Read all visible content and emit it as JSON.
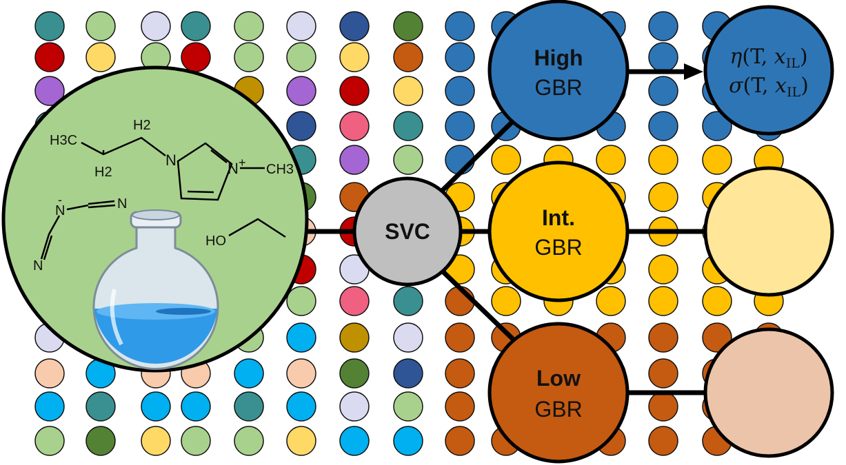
{
  "colors": {
    "page_bg": "#ffffff",
    "stroke": "#000000",
    "dot_palette": {
      "teal": "#3a9090",
      "lightgreen": "#a9d18e",
      "lavender": "#dadaf0",
      "red": "#c00000",
      "yellow": "#ffd966",
      "purple": "#a466d2",
      "gold": "#bf9000",
      "navy": "#2f5597",
      "pink": "#f06080",
      "orange": "#c55a11",
      "green": "#548235",
      "peach": "#f8cbad",
      "cyan": "#00b0f0",
      "blue": "#2e75b6",
      "amber": "#ffc000"
    },
    "ionic_liquid_bg": "#a9d18e",
    "svc": "#bfbfbf",
    "high": "#2e75b6",
    "int": "#ffc000",
    "low": "#c55a11",
    "out_high": "#2e75b6",
    "out_int": "#ffe699",
    "out_low": "#ebc4aa",
    "flask_liquid": "#2f9ae8",
    "flask_glass": "#dde8f0"
  },
  "molecule": {
    "cation_labels": {
      "h3c": "H3C",
      "h2_top": "H2",
      "h2_bottom": "H2",
      "n_left": "N",
      "n_right": "N",
      "plus": "+",
      "ch3": "CH3"
    },
    "anion_labels": {
      "n_minus": "N",
      "minus": "-",
      "n_top": "N",
      "n_bottom": "N"
    },
    "ethanol_label": "HO",
    "icons": [
      "imidazolium-cation-structure",
      "dicyanamide-anion-structure",
      "ethanol-structure",
      "round-bottom-flask-icon"
    ]
  },
  "nodes": {
    "svc": {
      "label": "SVC"
    },
    "high": {
      "title": "High",
      "subtitle": "GBR"
    },
    "int": {
      "title": "Int.",
      "subtitle": "GBR"
    },
    "low": {
      "title": "Low",
      "subtitle": "GBR"
    },
    "out_high": {
      "line1": {
        "sym": "η",
        "args": "(T, ",
        "x": "x",
        "sub": "IL",
        "close": ")"
      },
      "line2": {
        "sym": "σ",
        "args": "(T, ",
        "x": "x",
        "sub": "IL",
        "close": ")"
      }
    }
  },
  "dot_grid": {
    "rows_y": [
      38,
      83,
      132,
      183,
      232,
      286,
      336,
      391,
      437,
      490,
      542,
      590,
      640
    ],
    "cols_x": [
      72,
      146,
      226,
      284,
      361,
      437,
      514,
      592,
      667,
      734,
      810,
      886,
      962,
      1040,
      1115
    ],
    "cols_color": [
      [
        "teal",
        "red",
        "purple",
        "teal",
        "lightgreen",
        "peach",
        "peach",
        "red",
        "lightgreen",
        "lavender",
        "peach",
        "cyan",
        "lightgreen"
      ],
      [
        "lightgreen",
        "yellow",
        "lightgreen",
        "lightgreen",
        "lightgreen",
        "lightgreen",
        "lightgreen",
        "lightgreen",
        "lightgreen",
        "lightgreen",
        "cyan",
        "teal",
        "green"
      ],
      [
        "lavender",
        "lightgreen",
        "lightgreen",
        "lightgreen",
        "lightgreen",
        "lightgreen",
        "lightgreen",
        "lightgreen",
        "lightgreen",
        "lightgreen",
        "peach",
        "cyan",
        "yellow"
      ],
      [
        "teal",
        "red",
        "lightgreen",
        "lightgreen",
        "lightgreen",
        "lightgreen",
        "lightgreen",
        "lightgreen",
        "lightgreen",
        "lightgreen",
        "peach",
        "cyan",
        "lightgreen"
      ],
      [
        "lightgreen",
        "lightgreen",
        "gold",
        "lightgreen",
        "lightgreen",
        "lightgreen",
        "lightgreen",
        "lightgreen",
        "lightgreen",
        "lightgreen",
        "cyan",
        "teal",
        "lightgreen"
      ],
      [
        "lavender",
        "lightgreen",
        "purple",
        "navy",
        "teal",
        "green",
        "peach",
        "red",
        "lightgreen",
        "cyan",
        "peach",
        "cyan",
        "yellow"
      ],
      [
        "navy",
        "yellow",
        "red",
        "pink",
        "purple",
        "orange",
        "red",
        "lavender",
        "pink",
        "gold",
        "green",
        "lavender",
        "cyan"
      ],
      [
        "green",
        "orange",
        "yellow",
        "teal",
        "lightgreen",
        "orange",
        "lavender",
        "teal",
        "teal",
        "lavender",
        "navy",
        "lightgreen",
        "cyan"
      ],
      [
        "blue",
        "blue",
        "blue",
        "blue",
        "blue",
        "amber",
        "amber",
        "amber",
        "orange",
        "orange",
        "orange",
        "orange",
        "orange"
      ],
      [
        "blue",
        "blue",
        "blue",
        "blue",
        "amber",
        "amber",
        "amber",
        "amber",
        "amber",
        "orange",
        "orange",
        "orange",
        "orange"
      ],
      [
        "blue",
        "blue",
        "blue",
        "blue",
        "amber",
        "amber",
        "amber",
        "amber",
        "amber",
        "orange",
        "orange",
        "orange",
        "orange"
      ],
      [
        "blue",
        "blue",
        "blue",
        "blue",
        "amber",
        "amber",
        "amber",
        "amber",
        "amber",
        "orange",
        "orange",
        "orange",
        "orange"
      ],
      [
        "blue",
        "blue",
        "blue",
        "blue",
        "amber",
        "amber",
        "amber",
        "amber",
        "amber",
        "orange",
        "orange",
        "orange",
        "orange"
      ],
      [
        "blue",
        "blue",
        "blue",
        "blue",
        "amber",
        "amber",
        "amber",
        "amber",
        "amber",
        "orange",
        "orange",
        "orange",
        "orange"
      ],
      [
        "blue",
        "blue",
        "blue",
        "blue",
        "amber",
        "amber",
        "amber",
        "amber",
        "amber",
        "orange",
        "orange",
        "orange",
        "orange"
      ]
    ]
  }
}
